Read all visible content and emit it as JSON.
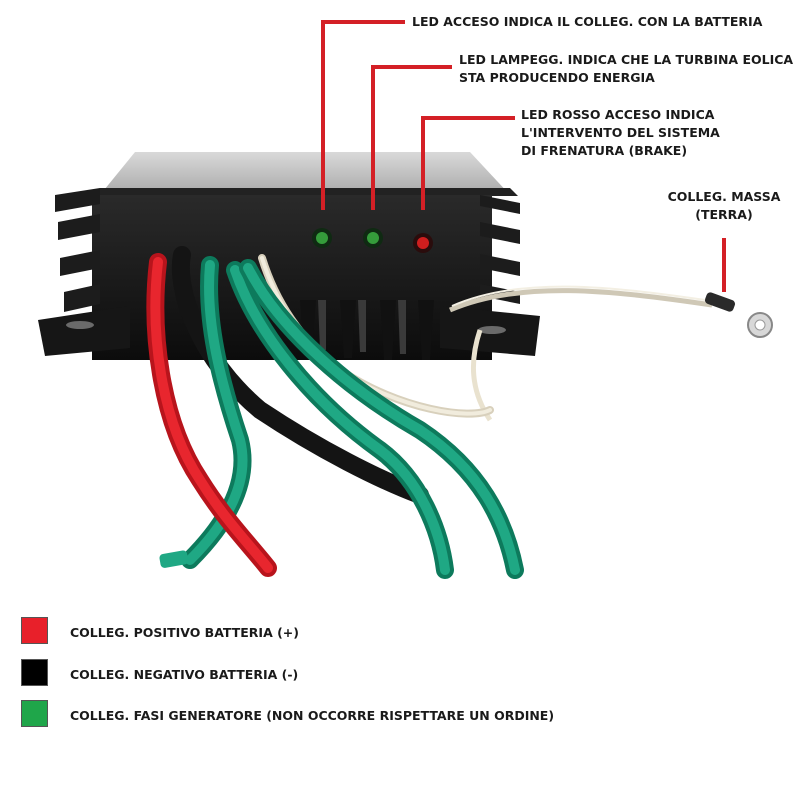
{
  "callouts": {
    "led_battery": "LED ACCESO INDICA IL COLLEG. CON LA BATTERIA",
    "led_turbine_line1": "LED LAMPEGG. INDICA CHE LA TURBINA EOLICA",
    "led_turbine_line2": "STA PRODUCENDO ENERGIA",
    "led_brake_line1": "LED ROSSO ACCESO INDICA",
    "led_brake_line2": "L'INTERVENTO DEL SISTEMA",
    "led_brake_line3": "DI FRENATURA  (BRAKE)",
    "ground_line1": "COLLEG. MASSA",
    "ground_line2": "(TERRA)"
  },
  "legend": [
    {
      "color": "#e8202a",
      "label": "COLLEG. POSITIVO BATTERIA   (+)"
    },
    {
      "color": "#000000",
      "label": "COLLEG. NEGATIVO BATTERIA (-)"
    },
    {
      "color": "#1fa64a",
      "label": "COLLEG. FASI GENERATORE (NON OCCORRE RISPETTARE UN ORDINE)"
    }
  ],
  "colors": {
    "callout_line": "#d42026",
    "led_green": "#3cb043",
    "led_red": "#e02020",
    "wire_red": "#e0202a",
    "wire_black": "#141414",
    "wire_green": "#17a07a",
    "wire_white": "#e9e2cf"
  }
}
